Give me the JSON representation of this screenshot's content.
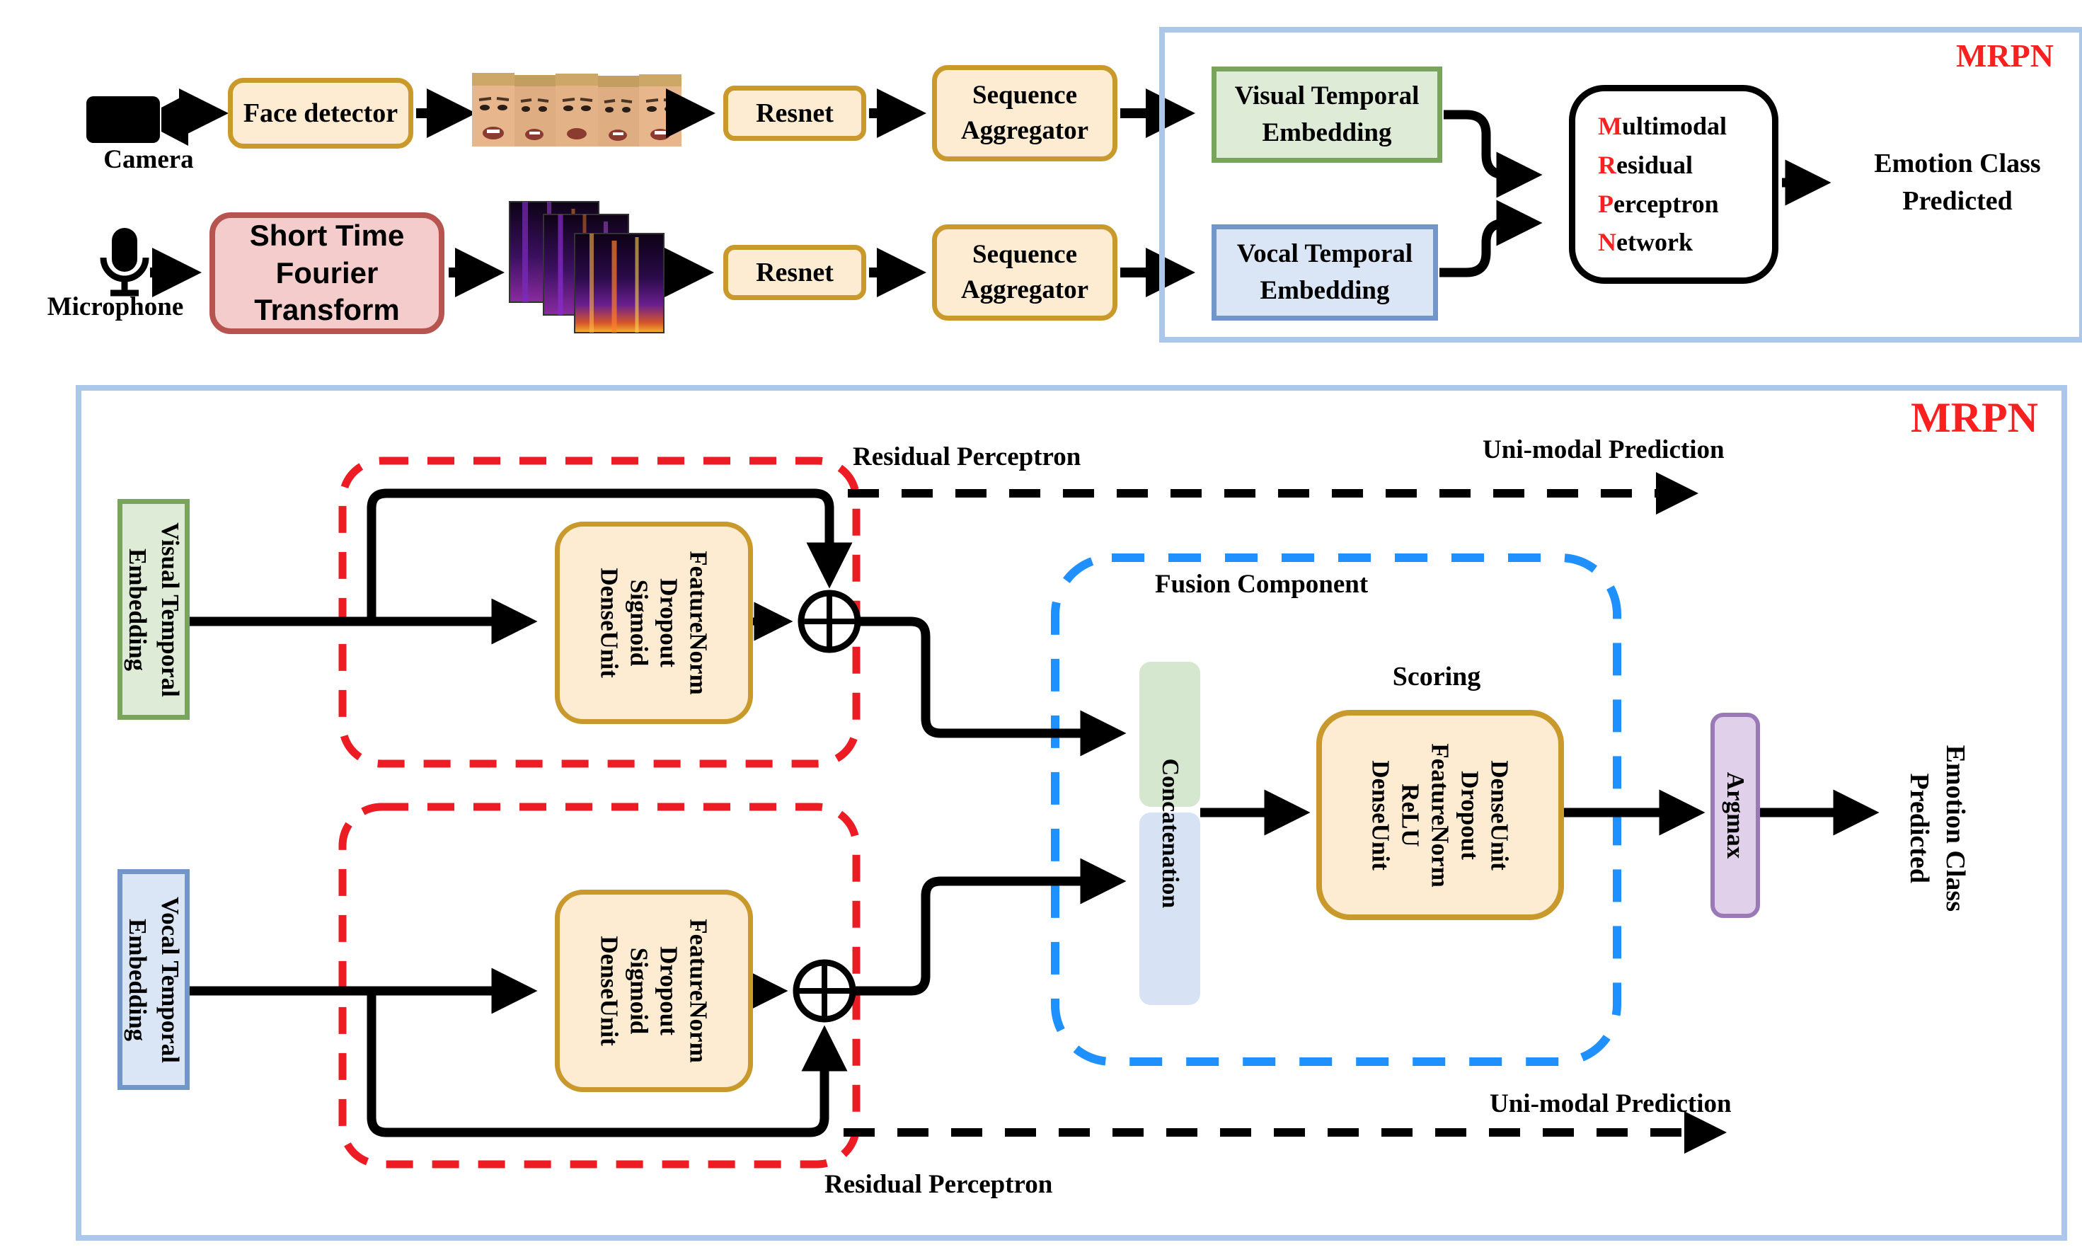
{
  "colors": {
    "panel_border": "#abc7e9",
    "gold_border": "#c9992b",
    "orange_fill": "#fdebd2",
    "stft_fill": "#f4cccb",
    "stft_border": "#b85450",
    "green_fill": "#deebd6",
    "green_border": "#78a45c",
    "blue_fill": "#dae6f5",
    "blue_border": "#7396c8",
    "concat_green": "#d6e7cf",
    "concat_blue": "#d7e3f4",
    "argmax_fill": "#e0d0ea",
    "argmax_border": "#9a79b6",
    "red_dashed": "#ed1c24",
    "blue_dashed": "#1e90ff",
    "mrpn_red": "#fb2020",
    "line": "#000000"
  },
  "icons": {
    "camera": "camera-icon",
    "microphone": "microphone-icon",
    "sum": "circled-plus-icon",
    "faces": "face-frames-image",
    "spectrogram": "spectrogram-image"
  },
  "top": {
    "camera_label": "Camera",
    "microphone_label": "Microphone",
    "face_detector": "Face detector",
    "stft_lines": [
      "Short Time",
      "Fourier",
      "Transform"
    ],
    "resnet": "Resnet",
    "seq_agg_lines": [
      "Sequence",
      "Aggregator"
    ],
    "visual_embedding_lines": [
      "Visual Temporal",
      "Embedding"
    ],
    "vocal_embedding_lines": [
      "Vocal Temporal",
      "Embedding"
    ],
    "mrpn_tag": "MRPN",
    "mrpn_box_lines": [
      {
        "first": "M",
        "rest": "ultimodal"
      },
      {
        "first": "R",
        "rest": "esidual"
      },
      {
        "first": "P",
        "rest": "erceptron"
      },
      {
        "first": "N",
        "rest": "etwork"
      }
    ],
    "emotion_lines": [
      "Emotion Class",
      "Predicted"
    ]
  },
  "bottom": {
    "mrpn_tag": "MRPN",
    "visual_embedding_lines": [
      "Visual Temporal",
      "Embedding"
    ],
    "vocal_embedding_lines": [
      "Vocal Temporal",
      "Embedding"
    ],
    "residual_perceptron_label": "Residual Perceptron",
    "uni_modal_label": "Uni-modal Prediction",
    "fusion_label": "Fusion Component",
    "scoring_label": "Scoring",
    "residual_block_lines": [
      "FeatureNorm",
      "Dropout",
      "Sigmoid",
      "DenseUnit"
    ],
    "scoring_block_lines": [
      "DenseUnit",
      "Dropout",
      "FeatureNorm",
      "ReLU",
      "DenseUnit"
    ],
    "concatenation": "Concatenation",
    "argmax": "Argmax",
    "emotion_lines": [
      "Emotion Class",
      "Predicted"
    ]
  }
}
